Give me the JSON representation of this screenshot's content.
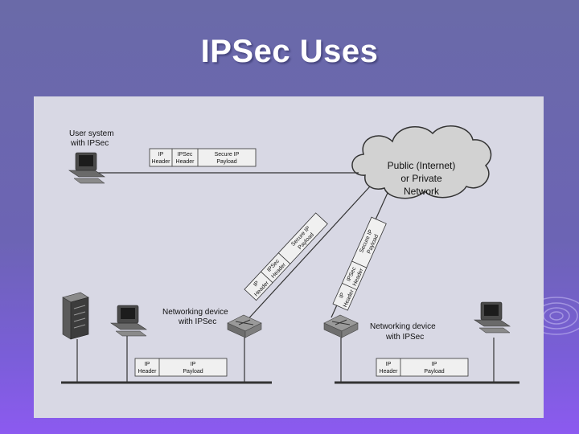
{
  "slide": {
    "title": "IPSec Uses"
  },
  "diagram": {
    "user_system_label": [
      "User system",
      "with IPSec"
    ],
    "cloud_label": [
      "Public (Internet)",
      "or Private",
      "Network"
    ],
    "networking_device_left_label": [
      "Networking device",
      "with IPSec"
    ],
    "networking_device_right_label": [
      "Networking device",
      "with IPSec"
    ],
    "top_packet": [
      {
        "l1": "IP",
        "l2": "Header"
      },
      {
        "l1": "IPSec",
        "l2": "Header"
      },
      {
        "l1": "Secure IP",
        "l2": "Payload"
      }
    ],
    "diag_packet_left": [
      {
        "l1": "IP",
        "l2": "Header"
      },
      {
        "l1": "IPSec",
        "l2": "Header"
      },
      {
        "l1": "Secure IP",
        "l2": "Payload"
      }
    ],
    "diag_packet_right": [
      {
        "l1": "IP",
        "l2": "Header"
      },
      {
        "l1": "IPSec",
        "l2": "Header"
      },
      {
        "l1": "Secure IP",
        "l2": "Payload"
      }
    ],
    "lan_packet_left": [
      {
        "l1": "IP",
        "l2": "Header"
      },
      {
        "l1": "IP",
        "l2": "Payload"
      }
    ],
    "lan_packet_right": [
      {
        "l1": "IP",
        "l2": "Header"
      },
      {
        "l1": "IP",
        "l2": "Payload"
      }
    ]
  }
}
